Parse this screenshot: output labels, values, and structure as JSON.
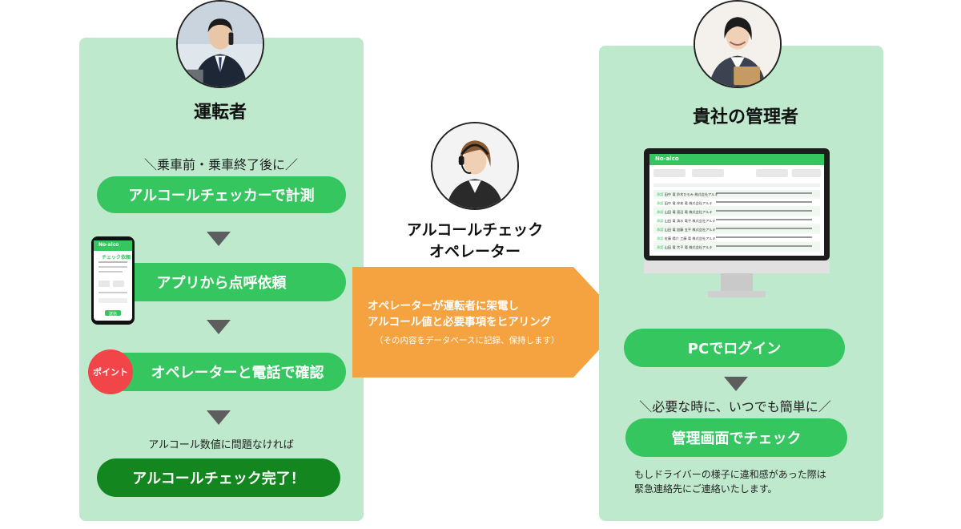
{
  "driver": {
    "title": "運転者",
    "timing_caption": "＼乗車前・乗車終了後に／",
    "steps": [
      "アルコールチェッカーで計測",
      "アプリから点呼依頼",
      "オペレーターと電話で確認"
    ],
    "point_badge": "ポイント",
    "condition_caption": "アルコール数値に問題なければ",
    "final_step": "アルコールチェック完了！",
    "phone_app": {
      "logo": "No-alco",
      "screen_title": "チェック依頼",
      "button": "送信"
    }
  },
  "operator": {
    "title_line1": "アルコールチェック",
    "title_line2": "オペレーター",
    "arrow_line1": "オペレーターが運転者に架電し",
    "arrow_line2": "アルコール値と必要事項をヒアリング",
    "arrow_note": "（その内容をデータベースに記録、保持します）"
  },
  "manager": {
    "title": "貴社の管理者",
    "login_step": "PCでログイン",
    "timing_caption": "＼必要な時に、いつでも簡単に／",
    "check_step": "管理画面でチェック",
    "note_line1": "もしドライバーの様子に違和感があった際は",
    "note_line2": "緊急連絡先にご連絡いたします。",
    "dashboard": {
      "logo": "No-alco",
      "rows": [
        {
          "status": "承認",
          "name": "田中 竜",
          "driver": "鈴木ひろみ",
          "company": "株式会社アルキ"
        },
        {
          "status": "承認",
          "name": "田中 竜",
          "driver": "岸本 竜",
          "company": "株式会社アルキ"
        },
        {
          "status": "承認",
          "name": "山田 竜",
          "driver": "渡辺 竜",
          "company": "株式会社アルキ"
        },
        {
          "status": "承認",
          "name": "山田 竜",
          "driver": "清水 竜子",
          "company": "株式会社アルキ"
        },
        {
          "status": "承認",
          "name": "山田 竜",
          "driver": "加藤 五平",
          "company": "株式会社アルキ"
        },
        {
          "status": "承認",
          "name": "佐藤 陽介",
          "driver": "工藤 竜",
          "company": "株式会社アルキ"
        },
        {
          "status": "承認",
          "name": "山田 竜",
          "driver": "大平 竜",
          "company": "株式会社アルキ"
        }
      ]
    }
  },
  "colors": {
    "panel": "#bfe9cd",
    "pill": "#35c660",
    "pill_dark": "#13861f",
    "arrow": "#f4a340",
    "badge": "#f2454a",
    "triangle": "#5d5d5d"
  }
}
